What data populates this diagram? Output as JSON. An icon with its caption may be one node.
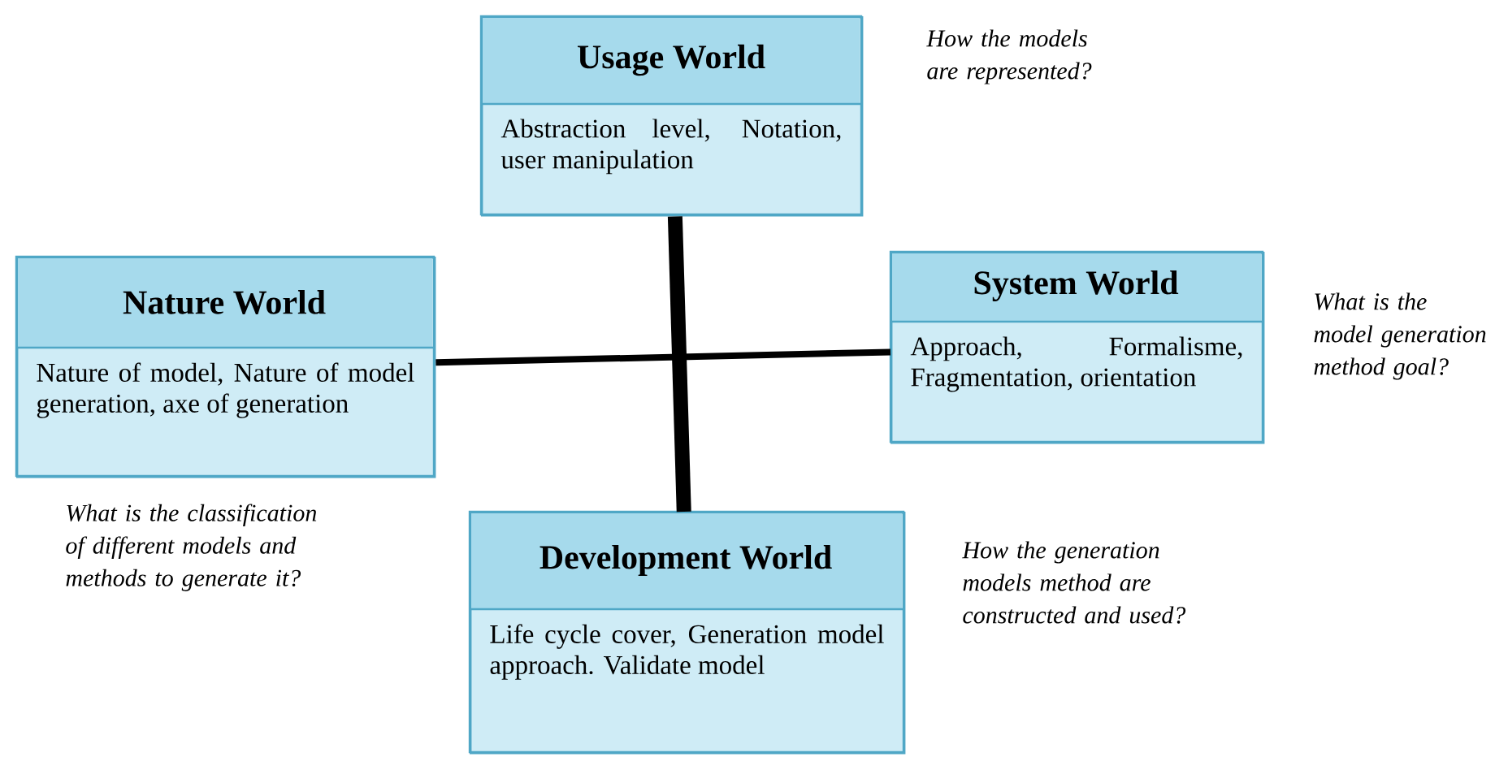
{
  "diagram": {
    "nodes": [
      {
        "text": [
          "Usage World",
          "Abstraction level, Notation, user manipulation"
        ],
        "beside": [
          "How the models are represented?"
        ]
      },
      {
        "text": [
          "Nature World",
          "Nature of model, Nature of model generation, axe of generation"
        ],
        "beside": [
          "What is the classification of different models and methods to generate it?"
        ]
      },
      {
        "text": [
          "System World",
          "Approach, Formalisme, Fragmentation, orientation"
        ],
        "beside": [
          "What is the model generation method goal?"
        ]
      },
      {
        "text": [
          "Development World",
          "Life cycle cover, Generation model approach. Validate model"
        ],
        "beside": [
          "How the generation models method are constructed and used?"
        ]
      }
    ],
    "edges": [
      {
        "from": 0,
        "to": 3,
        "arrow": "none",
        "style": "thick"
      },
      {
        "from": 1,
        "to": 2,
        "arrow": "none"
      }
    ]
  }
}
